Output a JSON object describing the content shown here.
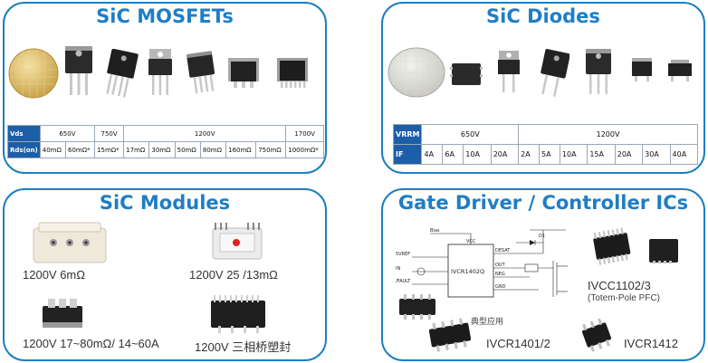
{
  "mosfets": {
    "title": "SiC MOSFETs",
    "row_vds": {
      "label": "Vds",
      "cells": [
        "650V",
        "750V",
        "1200V",
        "1700V"
      ]
    },
    "row_rds": {
      "label": "Rds(on)",
      "cells": [
        "40mΩ",
        "60mΩ*",
        "15mΩ*",
        "17mΩ",
        "30mΩ",
        "50mΩ",
        "80mΩ",
        "160mΩ",
        "750mΩ",
        "1000mΩ*"
      ]
    }
  },
  "diodes": {
    "title": "SiC Diodes",
    "row_v": {
      "label": "VRRM",
      "cells": [
        "650V",
        "1200V"
      ]
    },
    "row_i": {
      "label": "IF",
      "cells": [
        "4A",
        "6A",
        "10A",
        "20A",
        "2A",
        "5A",
        "10A",
        "15A",
        "20A",
        "30A",
        "40A"
      ]
    }
  },
  "modules": {
    "title": "SiC Modules",
    "items": [
      "1200V 6mΩ",
      "1200V 25 /13mΩ",
      "1200V 17~80mΩ/ 14~60A",
      "1200V 三相桥塑封"
    ]
  },
  "gate": {
    "title": "Gate Driver / Controller ICs",
    "schematic": {
      "chip": "IVCR1402Q",
      "caption": "典型应用",
      "pins_left": [
        "5VREF",
        "IN",
        "/FAULT"
      ],
      "pins_right": [
        "DESAT",
        "OUT",
        "NEG",
        "GND"
      ],
      "pin_top": "VCC",
      "supply": "Bias",
      "diode": "D1"
    },
    "items": {
      "ivcc": "IVCC1102/3",
      "ivcc_note": "(Totem-Pole PFC)",
      "ivcr1401": "IVCR1401/2",
      "ivcr1412": "IVCR1412"
    }
  },
  "colors": {
    "accent": "#1f7ec4",
    "border": "#1c7fbf",
    "table_header": "#1d5ea8"
  }
}
